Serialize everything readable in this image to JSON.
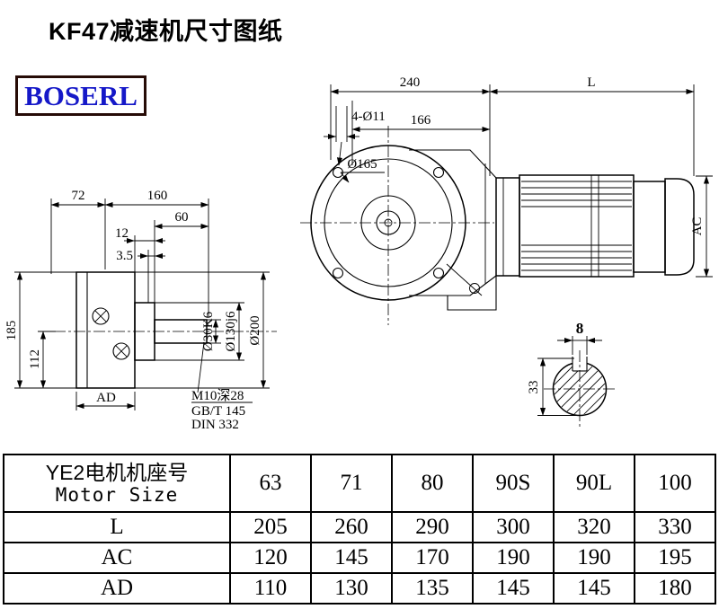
{
  "page": {
    "title": "KF47减速机尺寸图纸",
    "logo_text": "BOSERL"
  },
  "front_view": {
    "dim_240": "240",
    "dim_L": "L",
    "dim_holes": "4-Ø11",
    "dim_166": "166",
    "dim_165": "Ø165",
    "dim_AC": "AC"
  },
  "side_view": {
    "dim_72": "72",
    "dim_160": "160",
    "dim_60": "60",
    "dim_12": "12",
    "dim_3_5": "3.5",
    "dim_185": "185",
    "dim_112": "112",
    "dim_AD": "AD",
    "dim_shaft_dia": "Ø30K6",
    "dim_spigot_dia": "Ø130j6",
    "dim_flange_dia": "Ø200",
    "note_tap": "M10深28",
    "note_gb": "GB/T 145",
    "note_din": "DIN 332"
  },
  "shaft_section": {
    "dim_key_width": "8",
    "dim_height": "33"
  },
  "table": {
    "header_cn": "YE2电机机座号",
    "header_en": "Motor Size",
    "sizes": [
      "63",
      "71",
      "80",
      "90S",
      "90L",
      "100"
    ],
    "rows": [
      {
        "label": "L",
        "values": [
          "205",
          "260",
          "290",
          "300",
          "320",
          "330"
        ]
      },
      {
        "label": "AC",
        "values": [
          "120",
          "145",
          "170",
          "190",
          "190",
          "195"
        ]
      },
      {
        "label": "AD",
        "values": [
          "110",
          "130",
          "135",
          "145",
          "145",
          "180"
        ]
      }
    ]
  }
}
